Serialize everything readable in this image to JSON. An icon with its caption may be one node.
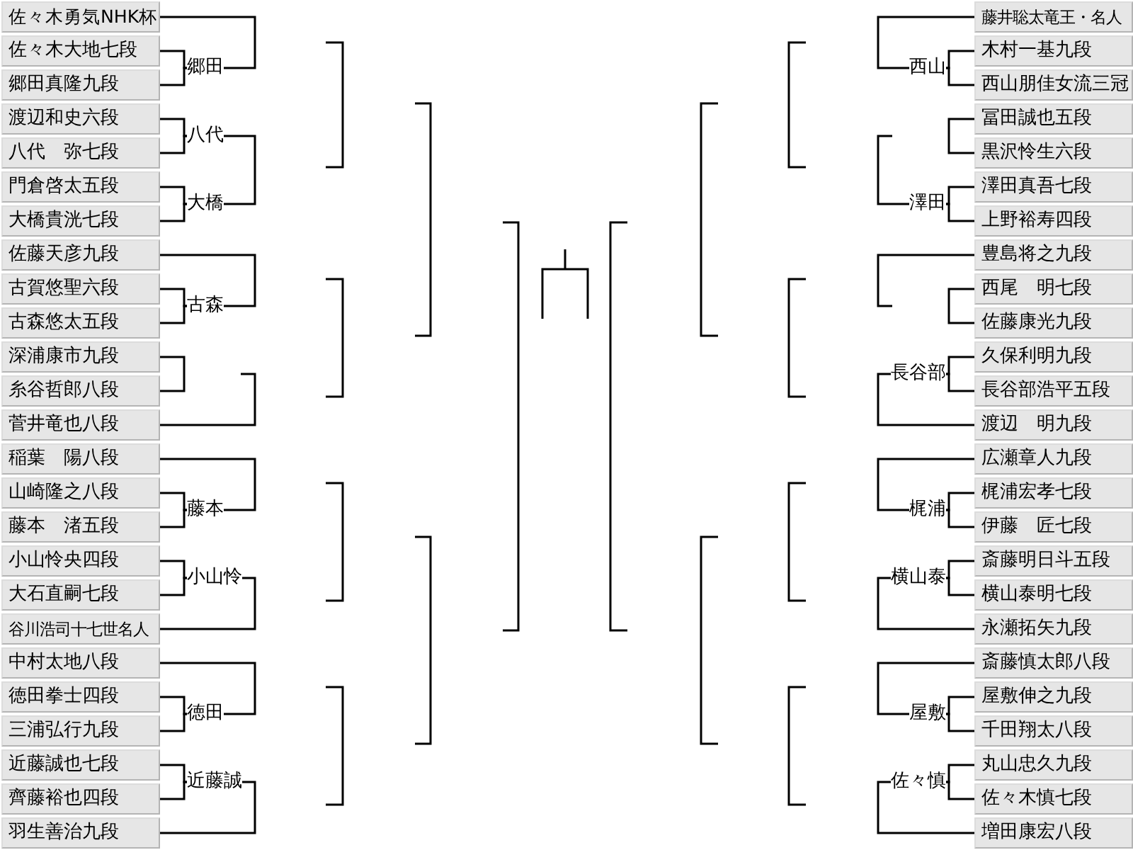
{
  "diagram": {
    "nodes": [
      {
        "text": [
          "佐々木勇気NHK杯"
        ]
      },
      {
        "text": [
          "佐々木大地七段"
        ]
      },
      {
        "text": [
          "郷田真隆九段"
        ]
      },
      {
        "text": [
          "渡辺和史六段"
        ]
      },
      {
        "text": [
          "八代　弥七段"
        ]
      },
      {
        "text": [
          "門倉啓太五段"
        ]
      },
      {
        "text": [
          "大橋貴洸七段"
        ]
      },
      {
        "text": [
          "佐藤天彦九段"
        ]
      },
      {
        "text": [
          "古賀悠聖六段"
        ]
      },
      {
        "text": [
          "古森悠太五段"
        ]
      },
      {
        "text": [
          "深浦康市九段"
        ]
      },
      {
        "text": [
          "糸谷哲郎八段"
        ]
      },
      {
        "text": [
          "菅井竜也八段"
        ]
      },
      {
        "text": [
          "稲葉　陽八段"
        ]
      },
      {
        "text": [
          "山崎隆之八段"
        ]
      },
      {
        "text": [
          "藤本　渚五段"
        ]
      },
      {
        "text": [
          "小山怜央四段"
        ]
      },
      {
        "text": [
          "大石直嗣七段"
        ]
      },
      {
        "text": [
          "谷川浩司十七世名人"
        ]
      },
      {
        "text": [
          "中村太地八段"
        ]
      },
      {
        "text": [
          "徳田拳士四段"
        ]
      },
      {
        "text": [
          "三浦弘行九段"
        ]
      },
      {
        "text": [
          "近藤誠也七段"
        ]
      },
      {
        "text": [
          "齊藤裕也四段"
        ]
      },
      {
        "text": [
          "羽生善治九段"
        ]
      },
      {
        "text": [
          "郷田"
        ]
      },
      {
        "text": [
          "八代"
        ]
      },
      {
        "text": [
          "大橋"
        ]
      },
      {
        "text": [
          "古森"
        ]
      },
      {
        "text": [
          "藤本"
        ]
      },
      {
        "text": [
          "小山怜"
        ]
      },
      {
        "text": [
          "徳田"
        ]
      },
      {
        "text": [
          "近藤誠"
        ]
      },
      {
        "text": [
          "西山"
        ]
      },
      {
        "text": [
          "澤田"
        ]
      },
      {
        "text": [
          "長谷部"
        ]
      },
      {
        "text": [
          "梶浦"
        ]
      },
      {
        "text": [
          "横山泰"
        ]
      },
      {
        "text": [
          "屋敷"
        ]
      },
      {
        "text": [
          "佐々慎"
        ]
      },
      {
        "text": [
          "藤井聡太竜王・名人"
        ]
      },
      {
        "text": [
          "木村一基九段"
        ]
      },
      {
        "text": [
          "西山朋佳女流三冠"
        ]
      },
      {
        "text": [
          "冨田誠也五段"
        ]
      },
      {
        "text": [
          "黒沢怜生六段"
        ]
      },
      {
        "text": [
          "澤田真吾七段"
        ]
      },
      {
        "text": [
          "上野裕寿四段"
        ]
      },
      {
        "text": [
          "豊島将之九段"
        ]
      },
      {
        "text": [
          "西尾　明七段"
        ]
      },
      {
        "text": [
          "佐藤康光九段"
        ]
      },
      {
        "text": [
          "久保利明九段"
        ]
      },
      {
        "text": [
          "長谷部浩平五段"
        ]
      },
      {
        "text": [
          "渡辺　明九段"
        ]
      },
      {
        "text": [
          "広瀬章人九段"
        ]
      },
      {
        "text": [
          "梶浦宏孝七段"
        ]
      },
      {
        "text": [
          "伊藤　匠七段"
        ]
      },
      {
        "text": [
          "斎藤明日斗五段"
        ]
      },
      {
        "text": [
          "横山泰明七段"
        ]
      },
      {
        "text": [
          "永瀬拓矢九段"
        ]
      },
      {
        "text": [
          "斎藤慎太郎八段"
        ]
      },
      {
        "text": [
          "屋敷伸之九段"
        ]
      },
      {
        "text": [
          "千田翔太八段"
        ]
      },
      {
        "text": [
          "丸山忠久九段"
        ]
      },
      {
        "text": [
          "佐々木慎七段"
        ]
      },
      {
        "text": [
          "増田康宏八段"
        ]
      }
    ],
    "edges": [
      {
        "from": 1,
        "to": 25,
        "arrow": "none"
      },
      {
        "from": 2,
        "to": 25,
        "arrow": "none"
      },
      {
        "from": 0,
        "to": 25,
        "arrow": "none"
      },
      {
        "from": 3,
        "to": 26,
        "arrow": "none"
      },
      {
        "from": 4,
        "to": 26,
        "arrow": "none"
      },
      {
        "from": 5,
        "to": 27,
        "arrow": "none"
      },
      {
        "from": 6,
        "to": 27,
        "arrow": "none"
      },
      {
        "from": 26,
        "to": 27,
        "arrow": "none"
      },
      {
        "from": 8,
        "to": 28,
        "arrow": "none"
      },
      {
        "from": 9,
        "to": 28,
        "arrow": "none"
      },
      {
        "from": 7,
        "to": 28,
        "arrow": "none"
      },
      {
        "from": 10,
        "to": 11,
        "arrow": "none"
      },
      {
        "from": 12,
        "to": null,
        "arrow": "none"
      },
      {
        "from": 14,
        "to": 29,
        "arrow": "none"
      },
      {
        "from": 15,
        "to": 29,
        "arrow": "none"
      },
      {
        "from": 13,
        "to": 29,
        "arrow": "none"
      },
      {
        "from": 16,
        "to": 30,
        "arrow": "none"
      },
      {
        "from": 17,
        "to": 30,
        "arrow": "none"
      },
      {
        "from": 18,
        "to": 30,
        "arrow": "none"
      },
      {
        "from": 20,
        "to": 31,
        "arrow": "none"
      },
      {
        "from": 21,
        "to": 31,
        "arrow": "none"
      },
      {
        "from": 19,
        "to": 31,
        "arrow": "none"
      },
      {
        "from": 22,
        "to": 32,
        "arrow": "none"
      },
      {
        "from": 23,
        "to": 32,
        "arrow": "none"
      },
      {
        "from": 24,
        "to": 32,
        "arrow": "none"
      },
      {
        "from": 41,
        "to": 33,
        "arrow": "none"
      },
      {
        "from": 42,
        "to": 33,
        "arrow": "none"
      },
      {
        "from": 40,
        "to": 33,
        "arrow": "none"
      },
      {
        "from": 43,
        "to": 44,
        "arrow": "none"
      },
      {
        "from": 45,
        "to": 34,
        "arrow": "none"
      },
      {
        "from": 46,
        "to": 34,
        "arrow": "none"
      },
      {
        "from": null,
        "to": 34,
        "arrow": "none"
      },
      {
        "from": 48,
        "to": 49,
        "arrow": "none"
      },
      {
        "from": 47,
        "to": null,
        "arrow": "none"
      },
      {
        "from": 50,
        "to": 35,
        "arrow": "none"
      },
      {
        "from": 51,
        "to": 35,
        "arrow": "none"
      },
      {
        "from": 52,
        "to": 35,
        "arrow": "none"
      },
      {
        "from": 54,
        "to": 36,
        "arrow": "none"
      },
      {
        "from": 55,
        "to": 36,
        "arrow": "none"
      },
      {
        "from": 53,
        "to": 36,
        "arrow": "none"
      },
      {
        "from": 56,
        "to": 37,
        "arrow": "none"
      },
      {
        "from": 57,
        "to": 37,
        "arrow": "none"
      },
      {
        "from": 58,
        "to": 37,
        "arrow": "none"
      },
      {
        "from": 60,
        "to": 38,
        "arrow": "none"
      },
      {
        "from": 61,
        "to": 38,
        "arrow": "none"
      },
      {
        "from": 59,
        "to": 38,
        "arrow": "none"
      },
      {
        "from": 62,
        "to": 39,
        "arrow": "none"
      },
      {
        "from": 63,
        "to": 39,
        "arrow": "none"
      },
      {
        "from": 64,
        "to": 39,
        "arrow": "none"
      }
    ]
  }
}
